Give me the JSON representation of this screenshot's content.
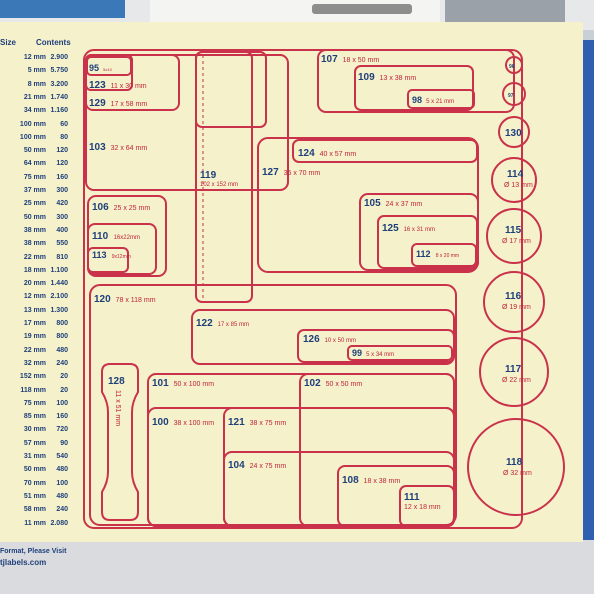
{
  "table": {
    "headers": {
      "size": "Size",
      "contents": "Contents"
    },
    "rows": [
      {
        "size": "12 mm",
        "contents": "2.900"
      },
      {
        "size": "5 mm",
        "contents": "5.750"
      },
      {
        "size": "8 mm",
        "contents": "3.200"
      },
      {
        "size": "21 mm",
        "contents": "1.740"
      },
      {
        "size": "34 mm",
        "contents": "1.160"
      },
      {
        "size": "100 mm",
        "contents": "60"
      },
      {
        "size": "100 mm",
        "contents": "80"
      },
      {
        "size": "50 mm",
        "contents": "120"
      },
      {
        "size": "64 mm",
        "contents": "120"
      },
      {
        "size": "75 mm",
        "contents": "160"
      },
      {
        "size": "37 mm",
        "contents": "300"
      },
      {
        "size": "25 mm",
        "contents": "420"
      },
      {
        "size": "50 mm",
        "contents": "300"
      },
      {
        "size": "38 mm",
        "contents": "400"
      },
      {
        "size": "38 mm",
        "contents": "550"
      },
      {
        "size": "22 mm",
        "contents": "810"
      },
      {
        "size": "18 mm",
        "contents": "1.100"
      },
      {
        "size": "20 mm",
        "contents": "1.440"
      },
      {
        "size": "12 mm",
        "contents": "2.100"
      },
      {
        "size": "13 mm",
        "contents": "1.300"
      },
      {
        "size": "17 mm",
        "contents": "800"
      },
      {
        "size": "19 mm",
        "contents": "800"
      },
      {
        "size": "22 mm",
        "contents": "480"
      },
      {
        "size": "32 mm",
        "contents": "240"
      },
      {
        "size": "152 mm",
        "contents": "20"
      },
      {
        "size": "118 mm",
        "contents": "20"
      },
      {
        "size": "75 mm",
        "contents": "100"
      },
      {
        "size": "85 mm",
        "contents": "160"
      },
      {
        "size": "30 mm",
        "contents": "720"
      },
      {
        "size": "57 mm",
        "contents": "90"
      },
      {
        "size": "31 mm",
        "contents": "540"
      },
      {
        "size": "50 mm",
        "contents": "480"
      },
      {
        "size": "70 mm",
        "contents": "100"
      },
      {
        "size": "51 mm",
        "contents": "480"
      },
      {
        "size": "58 mm",
        "contents": "240"
      },
      {
        "size": "11 mm",
        "contents": "2.080"
      }
    ],
    "footer_line1": "Format, Please Visit",
    "footer_line2": "tjlabels.com"
  },
  "labels": [
    {
      "code": "95",
      "dim": "5x10"
    },
    {
      "code": "123",
      "dim": "11 x 30 mm"
    },
    {
      "code": "129",
      "dim": "17 x 58 mm"
    },
    {
      "code": "103",
      "dim": "32 x 64 mm"
    },
    {
      "code": "107",
      "dim": "18 x 50 mm"
    },
    {
      "code": "109",
      "dim": "13 x 38 mm"
    },
    {
      "code": "98",
      "dim": "5 x 21 mm"
    },
    {
      "code": "96",
      "dim": ""
    },
    {
      "code": "97",
      "dim": ""
    },
    {
      "code": "130",
      "dim": ""
    },
    {
      "code": "119",
      "dim": "102 x 152 mm"
    },
    {
      "code": "124",
      "dim": "40 x 57 mm"
    },
    {
      "code": "127",
      "dim": "35 x 70 mm"
    },
    {
      "code": "105",
      "dim": "24 x 37 mm"
    },
    {
      "code": "125",
      "dim": "16 x 31 mm"
    },
    {
      "code": "112",
      "dim": "8 x 20 mm"
    },
    {
      "code": "106",
      "dim": "25 x 25 mm"
    },
    {
      "code": "110",
      "dim": "16x22mm"
    },
    {
      "code": "113",
      "dim": "9x12mm"
    },
    {
      "code": "114",
      "dim": "Ø 13 mm"
    },
    {
      "code": "115",
      "dim": "Ø 17 mm"
    },
    {
      "code": "116",
      "dim": "Ø 19 mm"
    },
    {
      "code": "117",
      "dim": "Ø 22 mm"
    },
    {
      "code": "118",
      "dim": "Ø 32 mm"
    },
    {
      "code": "120",
      "dim": "78 x 118 mm"
    },
    {
      "code": "122",
      "dim": "17 x 85 mm"
    },
    {
      "code": "126",
      "dim": "10 x 50 mm"
    },
    {
      "code": "99",
      "dim": "5 x 34 mm"
    },
    {
      "code": "128",
      "dim": "11 x 51 mm"
    },
    {
      "code": "101",
      "dim": "50 x 100 mm"
    },
    {
      "code": "102",
      "dim": "50 x 50 mm"
    },
    {
      "code": "100",
      "dim": "38 x 100 mm"
    },
    {
      "code": "121",
      "dim": "38 x 75 mm"
    },
    {
      "code": "104",
      "dim": "24 x 75 mm"
    },
    {
      "code": "108",
      "dim": "18 x 38 mm"
    },
    {
      "code": "111",
      "dim": "12 x 18 mm"
    }
  ],
  "colors": {
    "outline": "#c9324a",
    "code": "#1f3f7a",
    "sheet": "#f4f1cb"
  }
}
